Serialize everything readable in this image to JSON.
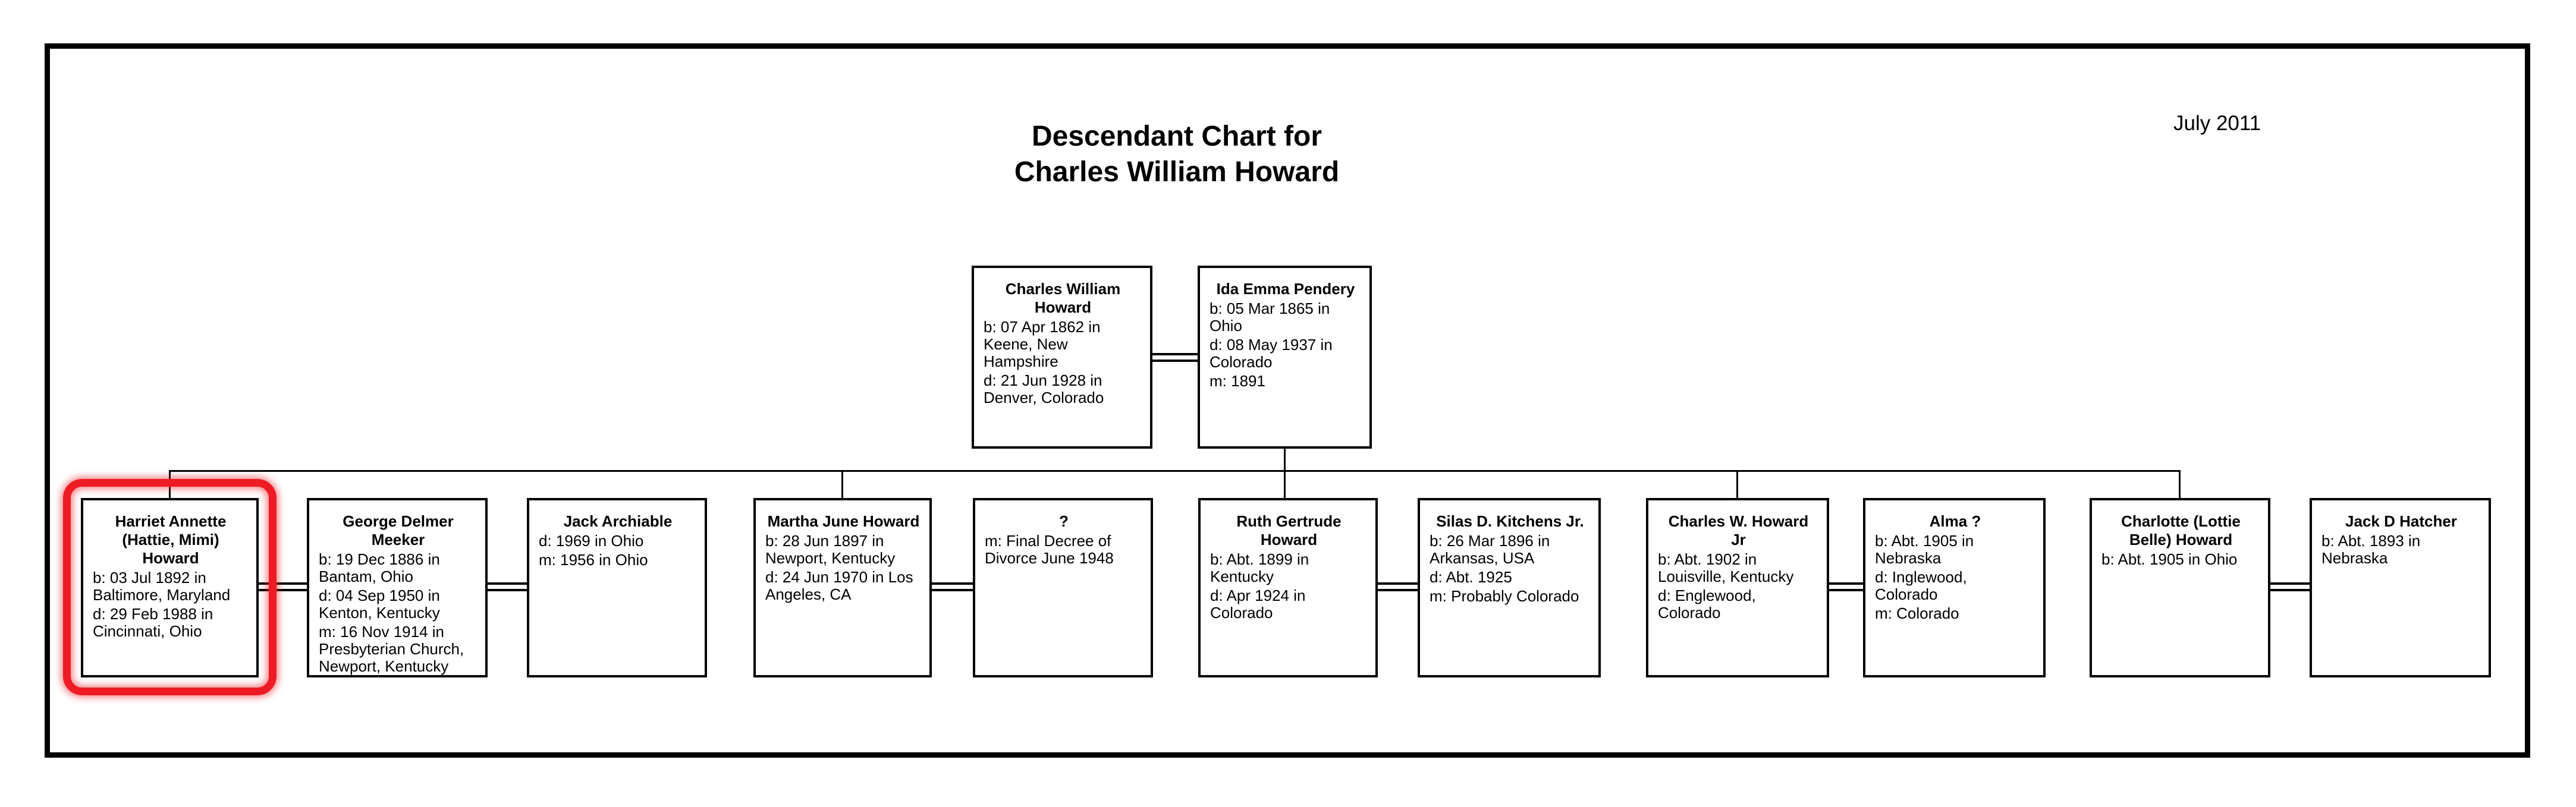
{
  "header": {
    "title": "Descendant Chart for\nCharles William Howard",
    "date": "July 2011"
  },
  "colors": {
    "line": "#000000",
    "background": "#ffffff",
    "selection_highlight": "#ed1c24"
  },
  "people": {
    "parents": [
      {
        "name": "Charles William\nHoward",
        "details": [
          "b: 07 Apr 1862 in\nKeene, New\nHampshire",
          "d: 21 Jun 1928 in\nDenver, Colorado"
        ]
      },
      {
        "name": "Ida Emma Pendery",
        "details": [
          "b: 05 Mar 1865 in\nOhio",
          "d: 08 May 1937 in\nColorado",
          "m: 1891"
        ]
      }
    ],
    "children": [
      {
        "name": "Harriet Annette\n(Hattie, Mimi)\nHoward",
        "details": [
          "b: 03 Jul 1892 in\nBaltimore, Maryland",
          "d: 29 Feb 1988 in\nCincinnati, Ohio"
        ],
        "highlighted": true
      },
      {
        "name": "George Delmer\nMeeker",
        "details": [
          "b: 19 Dec 1886 in\nBantam, Ohio",
          "d: 04 Sep 1950 in\nKenton, Kentucky",
          "m: 16 Nov 1914 in\nPresbyterian Church,\nNewport, Kentucky"
        ],
        "highlighted": false
      },
      {
        "name": "Jack Archiable",
        "details": [
          "d: 1969 in Ohio",
          "m: 1956 in Ohio"
        ],
        "highlighted": false
      },
      {
        "name": "Martha June Howard",
        "details": [
          "b: 28 Jun 1897 in\nNewport, Kentucky",
          "d: 24 Jun 1970 in Los\nAngeles, CA"
        ],
        "highlighted": false
      },
      {
        "name": "?",
        "details": [
          "m: Final Decree of\nDivorce June 1948"
        ],
        "highlighted": false
      },
      {
        "name": "Ruth Gertrude\nHoward",
        "details": [
          "b: Abt. 1899 in\nKentucky",
          "d: Apr 1924 in\nColorado"
        ],
        "highlighted": false
      },
      {
        "name": "Silas D. Kitchens Jr.",
        "details": [
          "b: 26 Mar 1896 in\nArkansas, USA",
          "d: Abt. 1925",
          "m: Probably Colorado"
        ],
        "highlighted": false
      },
      {
        "name": "Charles W. Howard\nJr",
        "details": [
          "b: Abt. 1902 in\nLouisville, Kentucky",
          "d: Englewood,\nColorado"
        ],
        "highlighted": false
      },
      {
        "name": "Alma ?",
        "details": [
          "b: Abt. 1905 in\nNebraska",
          "d: Inglewood,\nColorado",
          "m: Colorado"
        ],
        "highlighted": false
      },
      {
        "name": "Charlotte (Lottie\nBelle) Howard",
        "details": [
          "b: Abt. 1905 in Ohio"
        ],
        "highlighted": false
      },
      {
        "name": "Jack D Hatcher",
        "details": [
          "b: Abt. 1893 in\nNebraska"
        ],
        "highlighted": false
      }
    ]
  }
}
